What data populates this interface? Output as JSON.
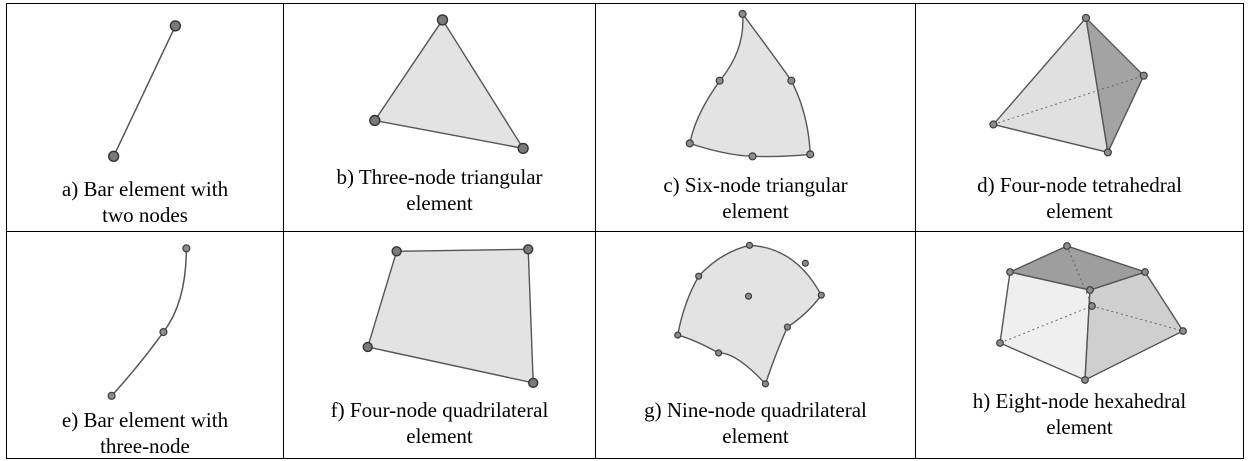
{
  "cells": [
    {
      "id": "a",
      "caption": "a) Bar element with\ntwo nodes"
    },
    {
      "id": "b",
      "caption": "b) Three-node triangular\nelement"
    },
    {
      "id": "c",
      "caption": "c) Six-node triangular\nelement"
    },
    {
      "id": "d",
      "caption": "d) Four-node tetrahedral\nelement"
    },
    {
      "id": "e",
      "caption": "e) Bar element with\nthree-node"
    },
    {
      "id": "f",
      "caption": "f) Four-node quadrilateral\nelement"
    },
    {
      "id": "g",
      "caption": "g) Nine-node quadrilateral\nelement"
    },
    {
      "id": "h",
      "caption": "h) Eight-node hexahedral\nelement"
    }
  ],
  "colors": {
    "face_light": "#e3e3e3",
    "face_dark": "#9e9e9e",
    "face_mid": "#c9c9c9",
    "node": "#8c8c8c",
    "edge": "#555555"
  }
}
